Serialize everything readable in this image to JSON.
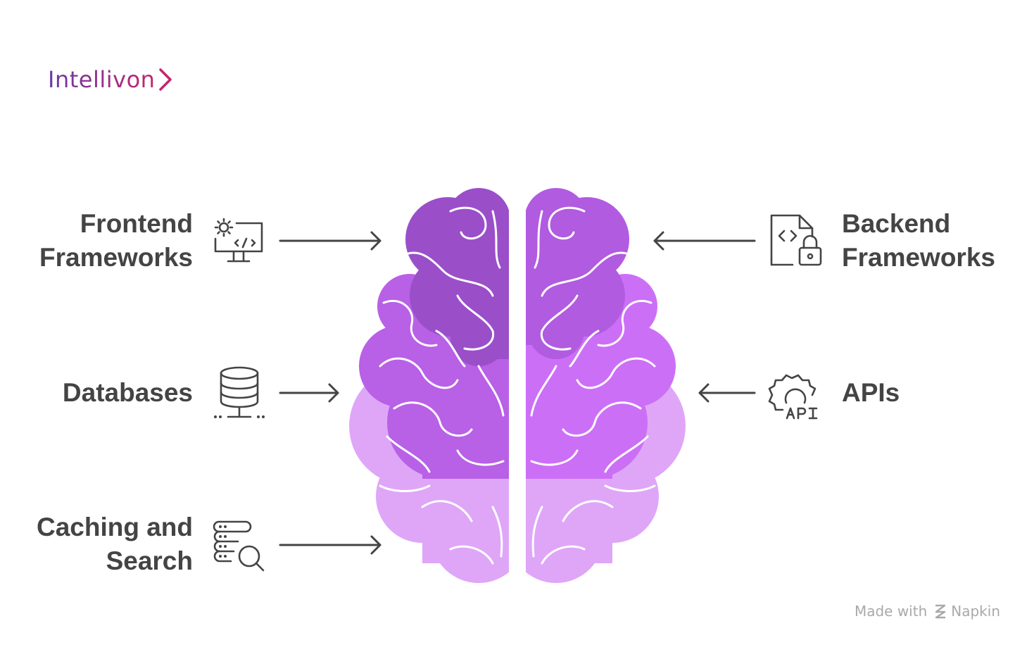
{
  "brand": {
    "name": "Intellivon",
    "gradient_start": "#6a3aa8",
    "gradient_end": "#c2246e"
  },
  "items": {
    "frontend": {
      "label": "Frontend\nFrameworks",
      "icon": "monitor-code-gear-icon"
    },
    "databases": {
      "label": "Databases",
      "icon": "database-network-icon"
    },
    "caching": {
      "label": "Caching and\nSearch",
      "icon": "server-search-icon"
    },
    "backend": {
      "label": "Backend\nFrameworks",
      "icon": "locked-code-file-icon"
    },
    "apis": {
      "label": "APIs",
      "icon": "api-gear-icon"
    }
  },
  "colors": {
    "dark": "#9a4fc9",
    "mid": "#c065ee",
    "light": "#dfa6f7",
    "text": "#444444"
  },
  "footer": {
    "made_with": "Made with",
    "product": "Napkin"
  }
}
